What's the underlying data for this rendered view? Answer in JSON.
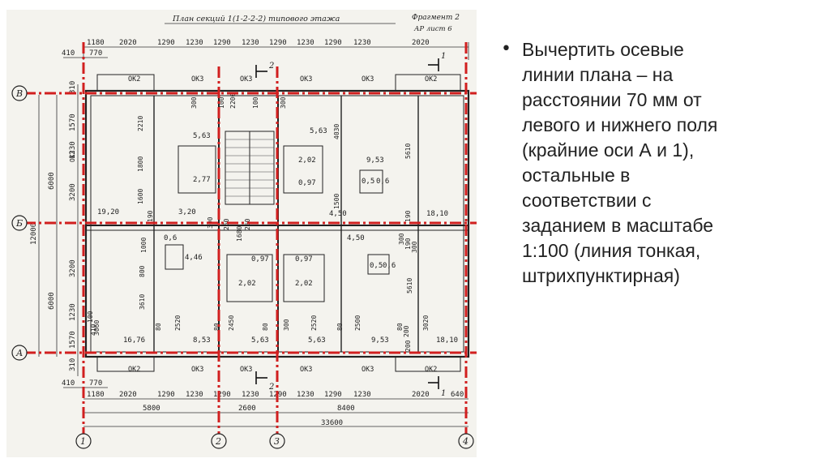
{
  "slide": {
    "bullet_text": "Вычертить осевые\nлинии плана – на\nрасстоянии 70 мм от\nлевого и нижнего поля\n(крайние оси А и 1),\nостальные в\nсоответствии с\nзаданием в масштабе\n1:100 (линия тонкая,\nштрихпунктирная)"
  },
  "drawing": {
    "title": "План секций 1(1-2-2-2) типового этажа",
    "fragment": "Фрагмент 2",
    "sheet": "АР лист 6",
    "axes_rows": [
      "В",
      "Б",
      "А"
    ],
    "axes_cols": [
      "1",
      "2",
      "3",
      "4"
    ],
    "section_mark": "2",
    "section_mark_right": "1",
    "top_dims": [
      "1180",
      "2020",
      "1290",
      "1230",
      "1290",
      "1230",
      "1290",
      "1230",
      "1290",
      "1230",
      "2020"
    ],
    "top_small": [
      "410",
      "770"
    ],
    "bottom_small": [
      "410",
      "770"
    ],
    "bottom_dims": [
      "1180",
      "2020",
      "1290",
      "1230",
      "1290",
      "1230",
      "1290",
      "1230",
      "1290",
      "1230",
      "2020",
      "640"
    ],
    "bottom_totals": [
      "5800",
      "2600",
      "8400"
    ],
    "overall_length": "33600",
    "left_outer": [
      "310",
      "1570",
      "1230",
      "3200",
      "3200",
      "1230",
      "1570",
      "310"
    ],
    "left_sub": [
      "6000",
      "6000"
    ],
    "left_overall": "12000",
    "window_labels": [
      "ОК2",
      "ОК3",
      "ОК3",
      "ОК3",
      "ОК3",
      "ОК2"
    ],
    "window_labels_bottom": [
      "ОК2",
      "ОК3",
      "ОК3",
      "ОК3",
      "ОК3",
      "ОК2"
    ],
    "side_window": "ОК3",
    "areas": [
      "5,63",
      "2,77",
      "3,20",
      "19,20",
      "5,63",
      "2,02",
      "0,97",
      "9,53",
      "0,5",
      "0,6",
      "4,50",
      "18,10",
      "0,6",
      "4,46",
      "0,97",
      "2,02",
      "0,97",
      "2,02",
      "4,50",
      "0,5",
      "0,6",
      "16,76",
      "8,53",
      "5,63",
      "5,63",
      "9,53",
      "18,10"
    ],
    "inner_dims": [
      "300",
      "100",
      "2200",
      "100",
      "300",
      "2210",
      "1800",
      "1600",
      "190",
      "4030",
      "1500",
      "5610",
      "190",
      "300",
      "260",
      "260",
      "1680",
      "1000",
      "800",
      "3610",
      "100",
      "3060",
      "80",
      "2520",
      "80",
      "2450",
      "80",
      "300",
      "2520",
      "80",
      "2500",
      "80",
      "3020",
      "5610",
      "190",
      "200",
      "410",
      "200",
      "300",
      "300"
    ]
  }
}
